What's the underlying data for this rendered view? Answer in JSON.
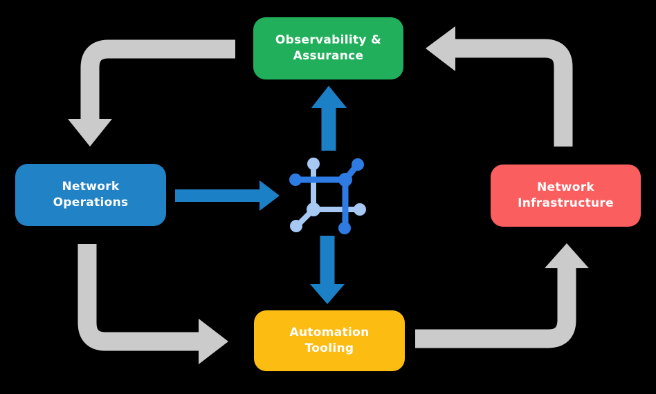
{
  "diagram": {
    "background": "#000000",
    "text_color": "#FFFFFF",
    "nodes": [
      {
        "id": "observability-assurance",
        "label": "Observability &\nAssurance",
        "color": "#21AF5B"
      },
      {
        "id": "network-operations",
        "label": "Network\nOperations",
        "color": "#2183C6"
      },
      {
        "id": "network-infrastructure",
        "label": "Network\nInfrastructure",
        "color": "#FB5E5F"
      },
      {
        "id": "automation-tooling",
        "label": "Automation\nTooling",
        "color": "#FDBC12"
      }
    ],
    "arrows": {
      "cycle_color": "#CBCBCB",
      "center_color": "#1C80C6",
      "cycle": [
        {
          "from": "observability-assurance",
          "to": "network-operations"
        },
        {
          "from": "network-operations",
          "to": "automation-tooling"
        },
        {
          "from": "automation-tooling",
          "to": "network-infrastructure"
        },
        {
          "from": "network-infrastructure",
          "to": "observability-assurance"
        }
      ],
      "center": [
        {
          "from": "network-operations",
          "to": "center-icon"
        },
        {
          "from": "center-icon",
          "to": "observability-assurance"
        },
        {
          "from": "center-icon",
          "to": "automation-tooling"
        }
      ]
    },
    "center_icon": {
      "name": "network-automation-icon",
      "dark_blue": "#2E7CE3",
      "light_blue": "#A6C8F3"
    }
  }
}
